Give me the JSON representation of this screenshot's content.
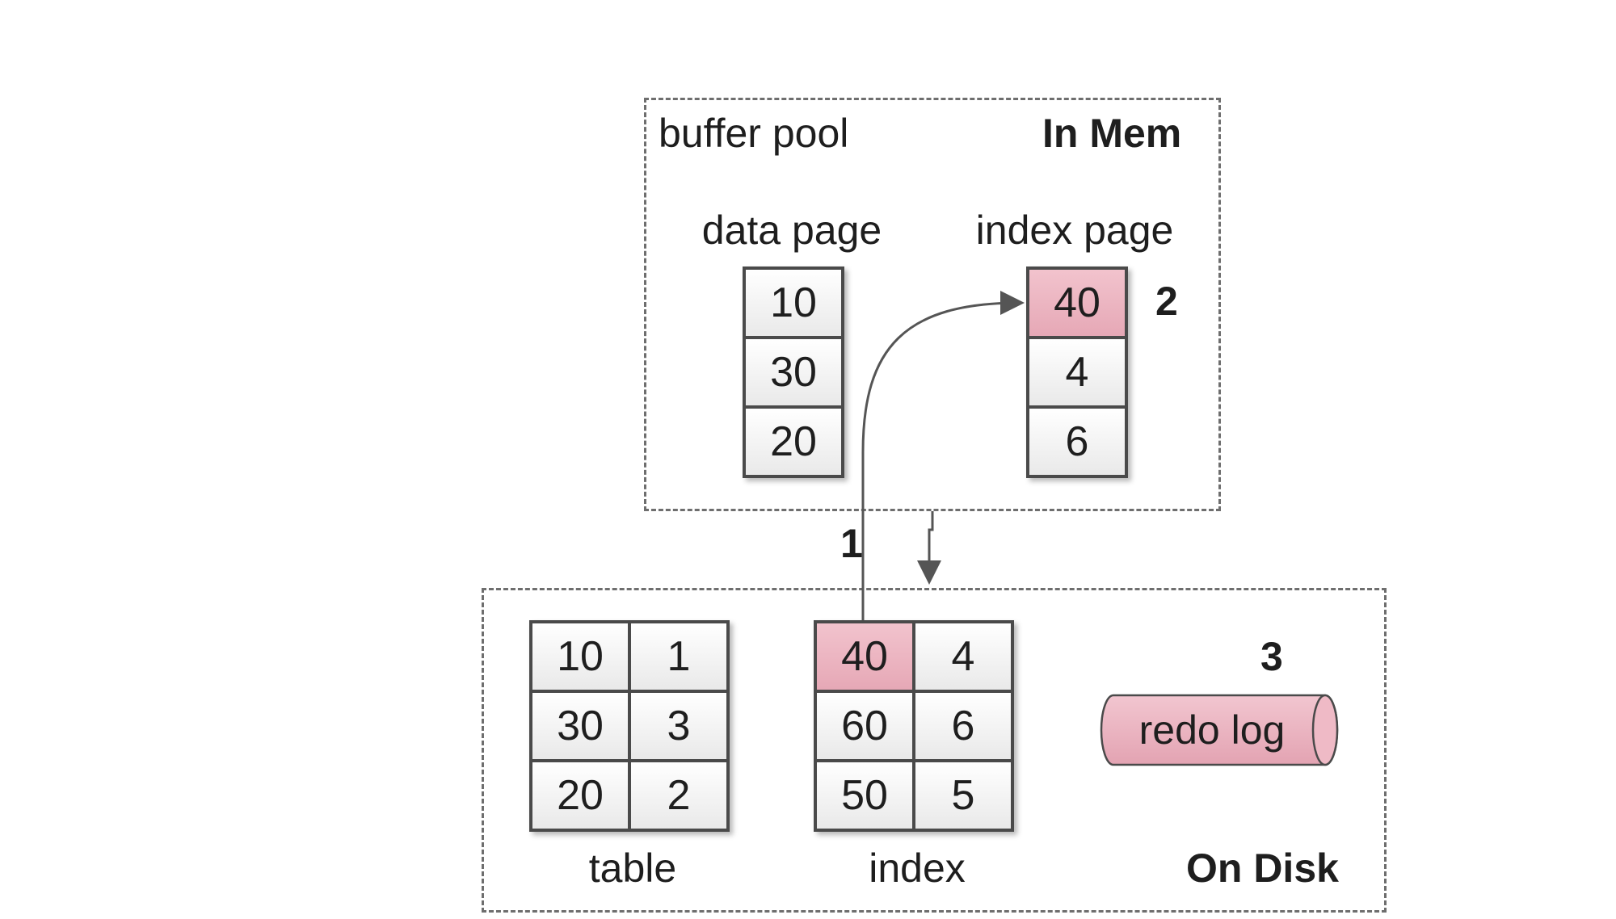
{
  "in_memory": {
    "buffer_pool_label": "buffer pool",
    "region_label": "In Mem",
    "data_page": {
      "label": "data page",
      "cells": [
        "10",
        "30",
        "20"
      ]
    },
    "index_page": {
      "label": "index page",
      "cells": [
        "40",
        "4",
        "6"
      ],
      "highlighted": [
        0
      ]
    }
  },
  "on_disk": {
    "region_label": "On Disk",
    "table": {
      "label": "table",
      "cells": [
        "10",
        "1",
        "30",
        "3",
        "20",
        "2"
      ]
    },
    "index": {
      "label": "index",
      "cells": [
        "40",
        "4",
        "60",
        "6",
        "50",
        "5"
      ],
      "highlighted": [
        0
      ]
    },
    "redo_log": {
      "label": "redo log"
    }
  },
  "steps": {
    "one": "1",
    "two": "2",
    "three": "3"
  },
  "colors": {
    "highlight": "#eab0bd",
    "border": "#4a4a4a",
    "dashed": "#6e6e6e",
    "arrow": "#555555"
  }
}
